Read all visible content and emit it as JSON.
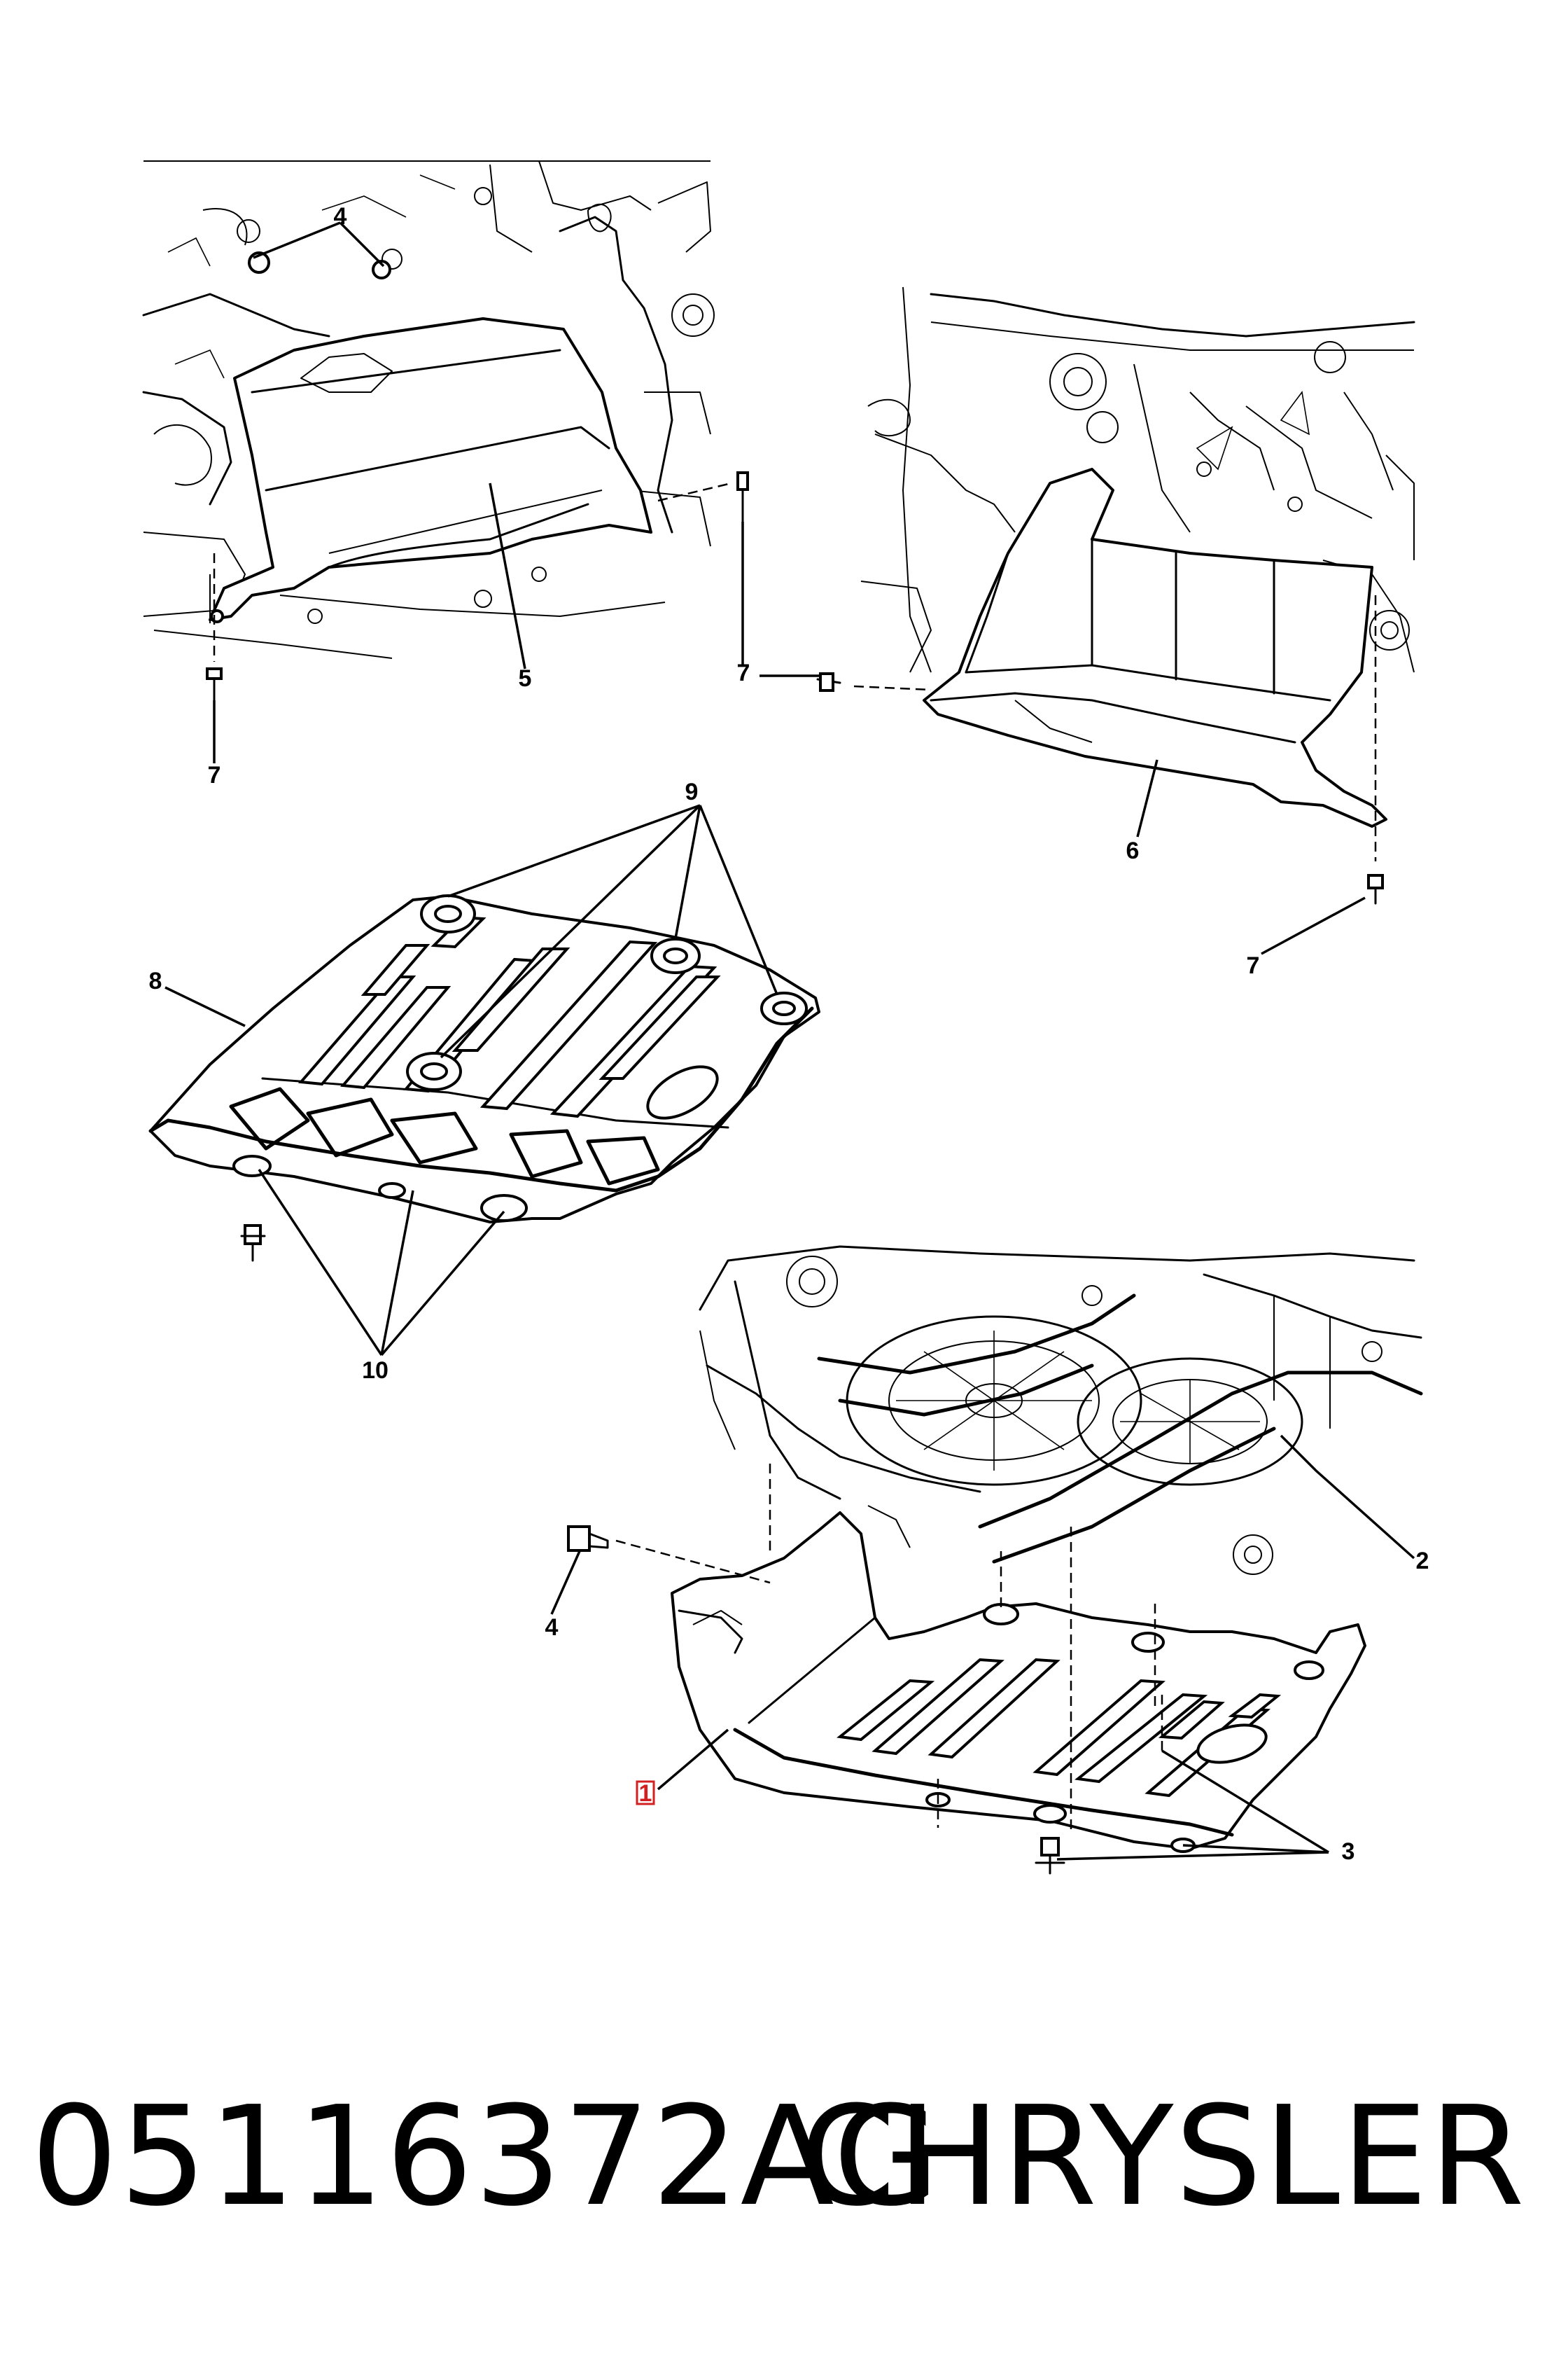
{
  "diagram": {
    "callouts": {
      "c1": "1",
      "c2": "2",
      "c3": "3",
      "c4_top": "4",
      "c4_bottom": "4",
      "c5": "5",
      "c6": "6",
      "c7_left": "7",
      "c7_mid": "7",
      "c7_right": "7",
      "c8": "8",
      "c9": "9",
      "c10": "10"
    },
    "highlighted_callout": "1",
    "highlight_color": "#d21f1f"
  },
  "footer": {
    "part_number": "05116372AG",
    "brand": "CHRYSLER"
  }
}
